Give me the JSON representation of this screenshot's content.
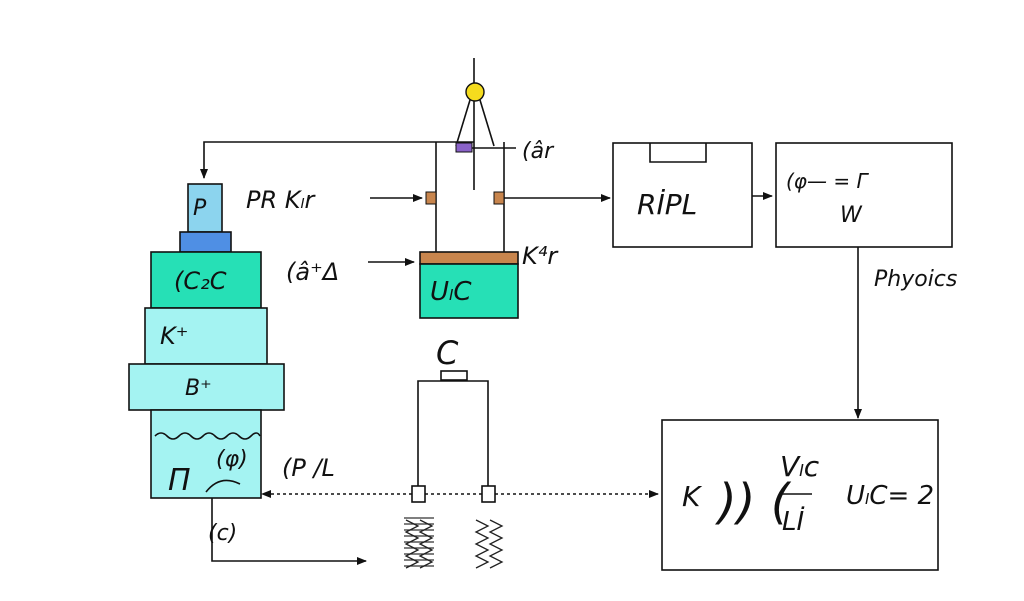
{
  "labels": {
    "stack_top": "P",
    "stack_cc": "(C₂C",
    "stack_k": "K⁺",
    "stack_b": "B⁺",
    "tank_left": "Π",
    "tank_right": "(φ)",
    "pr_kr": "PR Kₗr",
    "a_delta": "(â⁺Δ",
    "ar": "(âr",
    "k4r": "K⁴r",
    "uc_box": "UₗC",
    "rpl": "RİPL",
    "eq_top": "(φ— = Γ",
    "eq_bottom": "W",
    "physics": "Phyoics",
    "c_circle": "C",
    "p_l": "(P /L",
    "c_paren": "(c)",
    "k_big": "K",
    "paren_big": ")) (",
    "vc": "Vₗc",
    "li": "Lİ",
    "uc_eq": "UₗC= 2"
  },
  "colors": {
    "teal": "#26e0b6",
    "light_cyan": "#a4f3f2",
    "blue": "#4f8fe4",
    "sky": "#8cd4ee",
    "brown": "#c8854d",
    "yellow": "#f5dc1e",
    "purple": "#8a62c8"
  }
}
